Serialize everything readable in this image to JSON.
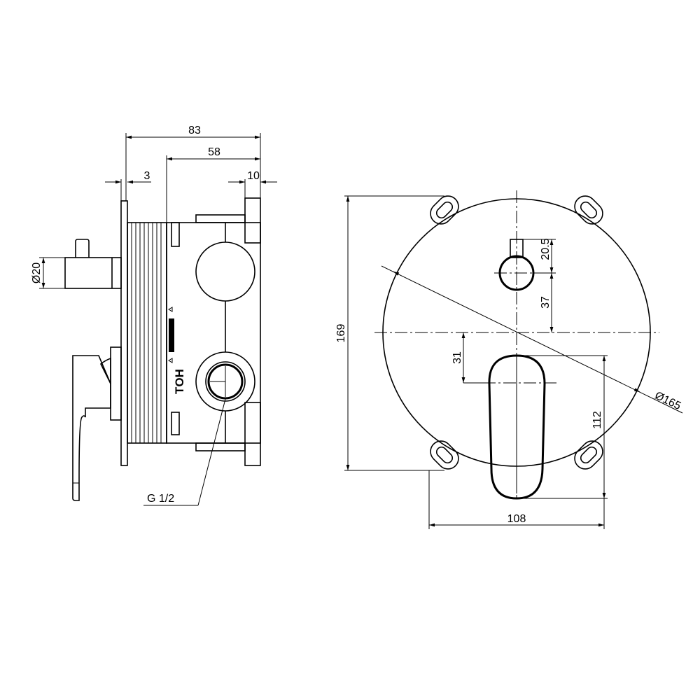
{
  "side_view": {
    "dim_total_depth": "83",
    "dim_box_depth": "58",
    "dim_plate": "3",
    "dim_bracket": "10",
    "dim_knob_diameter": "Ø20",
    "label_hot": "HOT",
    "label_thread": "G 1/2"
  },
  "front_view": {
    "dim_height": "169",
    "dim_width": "108",
    "dim_lever_length": "112",
    "dim_lever_offset": "31",
    "dim_knob_offset": "37",
    "dim_knob_stem": "20.5",
    "dim_plate_diameter": "Ø165"
  }
}
